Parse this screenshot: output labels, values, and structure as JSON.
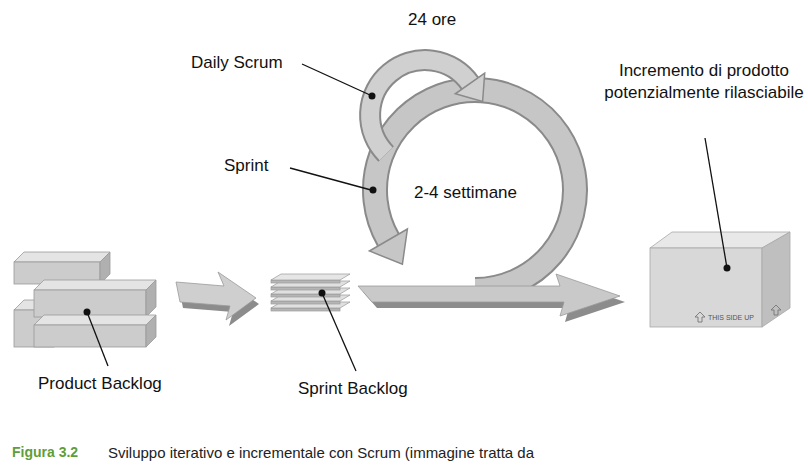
{
  "diagram": {
    "caption": "Sviluppo iterativo e incrementale con Scrum (immagine tratta da",
    "labels": [
      "24 ore",
      "Daily Scrum",
      "Sprint",
      "2-4 settimane",
      "Incremento di prodotto potenzialmente rilasciabile",
      "THIS SIDE UP",
      "Product Backlog",
      "Sprint Backlog",
      "Figura 3.2"
    ]
  }
}
